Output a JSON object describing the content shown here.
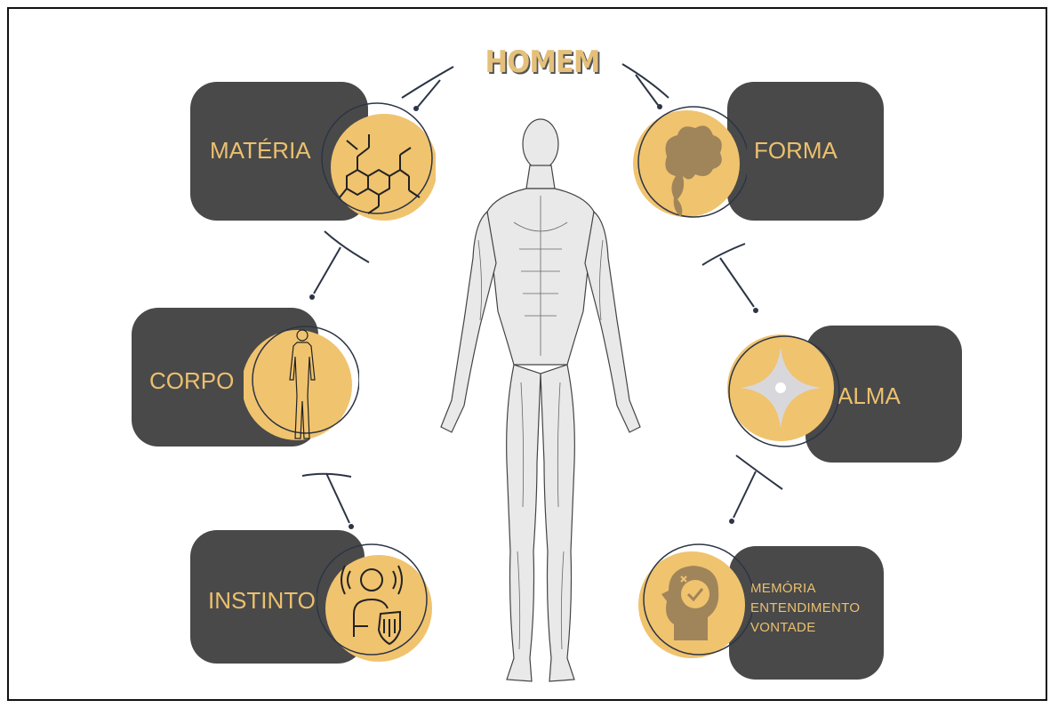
{
  "title": "HOMEM",
  "colors": {
    "box": "#494949",
    "accent": "#ebc06e",
    "circle": "#f0c36f",
    "line": "#2c3545"
  },
  "nodes": {
    "materia": {
      "label": "MATÉRIA",
      "icon": "molecule-icon"
    },
    "corpo": {
      "label": "CORPO",
      "icon": "human-silhouette-icon"
    },
    "instinto": {
      "label": "INSTINTO",
      "icon": "person-shield-icon"
    },
    "forma": {
      "label": "FORMA",
      "icon": "brain-smoke-icon"
    },
    "alma": {
      "label": "ALMA",
      "icon": "sparkle-star-icon"
    },
    "faculdades": {
      "lines": [
        "MEMÓRIA",
        "ENTENDIMENTO",
        "VONTADE"
      ],
      "icon": "head-check-icon"
    }
  },
  "center_figure": "anatomical-figure-icon"
}
